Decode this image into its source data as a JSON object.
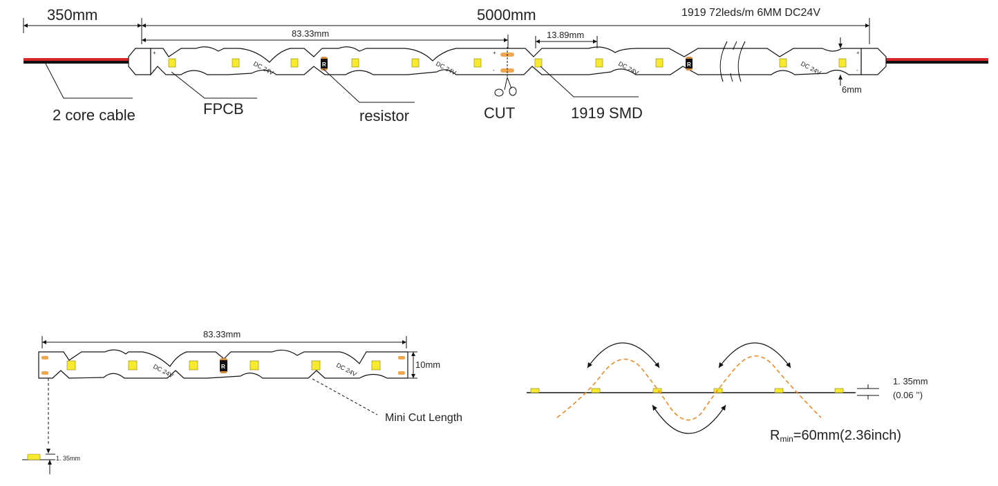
{
  "top": {
    "cable_length": "350mm",
    "total_length": "5000mm",
    "spec": "1919 72leds/m 6MM DC24V",
    "segment_length": "83.33mm",
    "pitch": "13.89mm",
    "width": "6mm",
    "strip_voltage_print": "DC 24V",
    "resistor_mark": "R",
    "polarity_plus": "+",
    "polarity_minus": "-",
    "labels": {
      "cable": "2 core cable",
      "fpcb": "FPCB",
      "resistor": "resistor",
      "cut": "CUT",
      "smd": "1919 SMD"
    }
  },
  "bottom_left": {
    "segment_length": "83.33mm",
    "height": "10mm",
    "mini_cut": "Mini Cut Length",
    "led_height": "1. 35mm",
    "strip_voltage_print": "DC 24V",
    "resistor_mark": "R"
  },
  "bottom_right": {
    "thickness": "1. 35mm",
    "thickness_inch": "(0.06 ’’)",
    "r_min_prefix": "R",
    "r_min_sub": "min",
    "r_min_value": "=60mm(2.36inch)"
  },
  "colors": {
    "led": "#f7ea2f",
    "pad": "#f0a850",
    "wave": "#f08a20",
    "cable_red": "#d6262b",
    "cable_black": "#111111"
  }
}
